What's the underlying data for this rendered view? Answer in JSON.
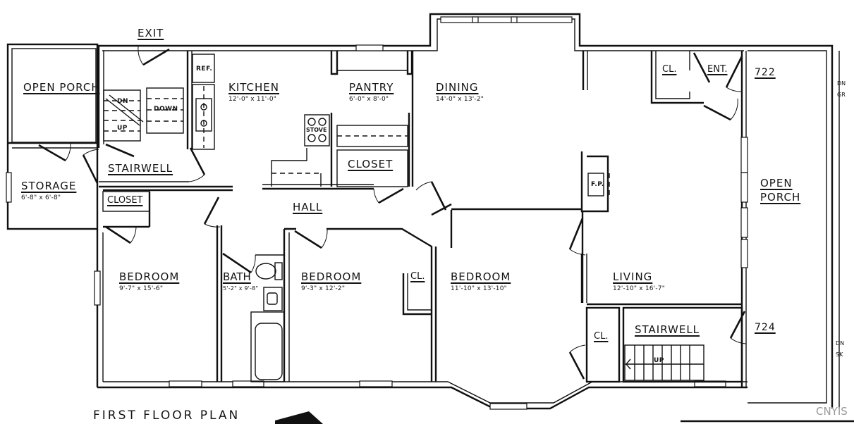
{
  "plan": {
    "title": "FIRST FLOOR PLAN",
    "watermark": "CNYIS",
    "units": {
      "north": "722",
      "south": "724"
    },
    "rooms": [
      {
        "id": "open-porch-west",
        "name": "OPEN PORCH",
        "dims": ""
      },
      {
        "id": "storage",
        "name": "STORAGE",
        "dims": "6'-8\" x 6'-8\""
      },
      {
        "id": "stairwell-west",
        "name": "STAIRWELL",
        "dims": ""
      },
      {
        "id": "closet-west",
        "name": "CLOSET",
        "dims": ""
      },
      {
        "id": "kitchen",
        "name": "KITCHEN",
        "dims": "12'-0\" x 11'-0\""
      },
      {
        "id": "pantry",
        "name": "PANTRY",
        "dims": "6'-0\" x 8'-0\""
      },
      {
        "id": "closet-hall",
        "name": "CLOSET",
        "dims": ""
      },
      {
        "id": "dining",
        "name": "DINING",
        "dims": "14'-0\" x 13'-2\""
      },
      {
        "id": "hall",
        "name": "HALL",
        "dims": ""
      },
      {
        "id": "bedroom-1",
        "name": "BEDROOM",
        "dims": "9'-7\" x 15'-6\""
      },
      {
        "id": "bath",
        "name": "BATH",
        "dims": "5'-2\" x 9'-8\""
      },
      {
        "id": "bedroom-2",
        "name": "BEDROOM",
        "dims": "9'-3\" x 12'-2\""
      },
      {
        "id": "closet-bed2",
        "name": "CL.",
        "dims": ""
      },
      {
        "id": "bedroom-3",
        "name": "BEDROOM",
        "dims": "11'-10\" x 13'-10\""
      },
      {
        "id": "living",
        "name": "LIVING",
        "dims": "12'-10\" x 16'-7\""
      },
      {
        "id": "closet-living",
        "name": "CL.",
        "dims": ""
      },
      {
        "id": "stairwell-east",
        "name": "STAIRWELL",
        "dims": ""
      },
      {
        "id": "closet-entry",
        "name": "CL.",
        "dims": ""
      },
      {
        "id": "entry",
        "name": "ENT.",
        "dims": ""
      },
      {
        "id": "open-porch-east",
        "name": "OPEN PORCH",
        "dims": ""
      }
    ],
    "fixtures": {
      "exit": "EXIT",
      "refrigerator": "REF.",
      "stove": "STOVE",
      "fireplace": "F.P.",
      "stair_down": "DOWN",
      "stair_dn": "DN",
      "stair_up_west": "UP",
      "stair_up_east": "UP",
      "step_north_top": "DN",
      "step_north_bottom": "GR",
      "step_south_top": "DN",
      "step_south_bottom": "SK"
    }
  }
}
